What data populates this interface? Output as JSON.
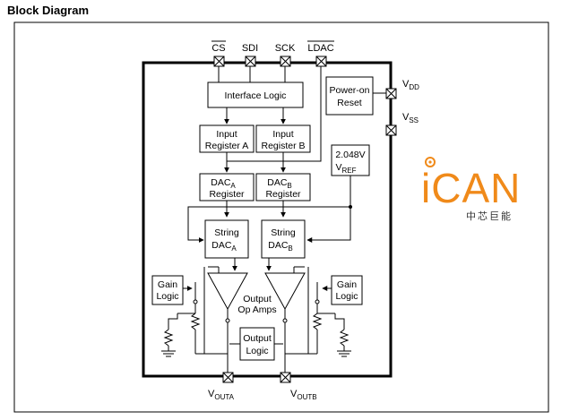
{
  "title": "Block Diagram",
  "pins_top": {
    "cs": "CS",
    "sdi": "SDI",
    "sck": "SCK",
    "ldac": "LDAC"
  },
  "pins_right": {
    "vdd_main": "V",
    "vdd_sub": "DD",
    "vss_main": "V",
    "vss_sub": "SS"
  },
  "pins_bottom": {
    "vouta_main": "V",
    "vouta_sub": "OUTA",
    "voutb_main": "V",
    "voutb_sub": "OUTB"
  },
  "blocks": {
    "interface_logic": "Interface Logic",
    "power_on_line1": "Power-on",
    "power_on_line2": "Reset",
    "input_reg_a_line1": "Input",
    "input_reg_a_line2": "Register A",
    "input_reg_b_line1": "Input",
    "input_reg_b_line2": "Register B",
    "vref_line1": "2.048V",
    "vref_main": "V",
    "vref_sub": "REF",
    "dac_a_main": "DAC",
    "dac_a_sub": "A",
    "dac_a_line2": "Register",
    "dac_b_main": "DAC",
    "dac_b_sub": "B",
    "dac_b_line2": "Register",
    "string_a_line1": "String",
    "string_a_main": "DAC",
    "string_a_sub": "A",
    "string_b_line1": "String",
    "string_b_main": "DAC",
    "string_b_sub": "B",
    "gain_left_line1": "Gain",
    "gain_left_line2": "Logic",
    "gain_right_line1": "Gain",
    "gain_right_line2": "Logic",
    "op_amps_line1": "Output",
    "op_amps_line2": "Op Amps",
    "output_logic_line1": "Output",
    "output_logic_line2": "Logic"
  },
  "logo": {
    "text": "iCAN",
    "subtitle": "中芯巨能",
    "color": "#f08a1a"
  }
}
